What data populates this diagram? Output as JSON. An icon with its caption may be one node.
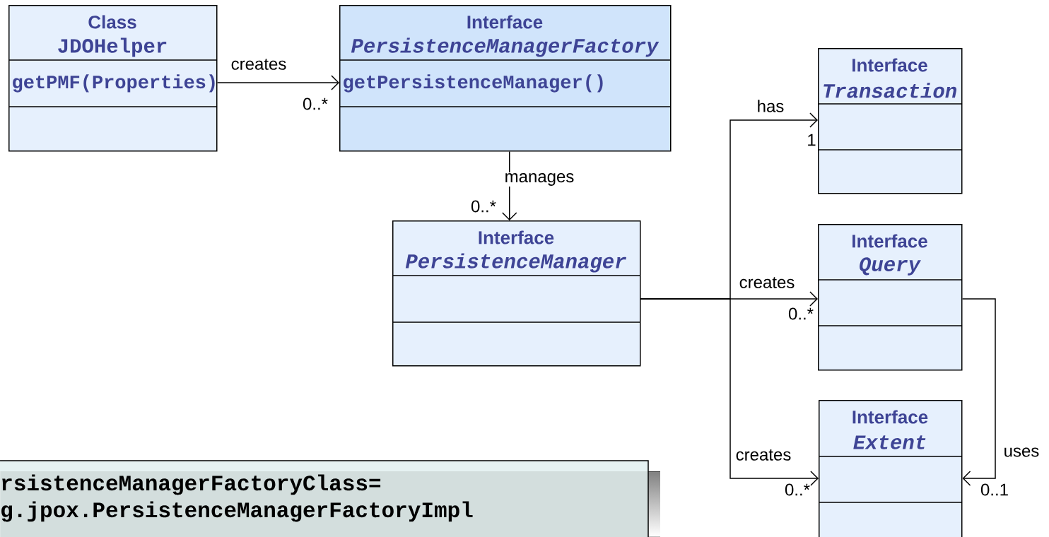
{
  "diagram": {
    "nodes": [
      {
        "text": [
          "Class",
          "JDOHelper",
          "getPMF(Properties)"
        ]
      },
      {
        "text": [
          "Interface",
          "PersistenceManagerFactory",
          "getPersistenceManager()"
        ]
      },
      {
        "text": [
          "Interface",
          "PersistenceManager"
        ]
      },
      {
        "text": [
          "Interface",
          "Transaction"
        ]
      },
      {
        "text": [
          "Interface",
          "Query"
        ]
      },
      {
        "text": [
          "Interface",
          "Extent"
        ]
      },
      {
        "text": [
          "rsistenceManagerFactoryClass=",
          "g.jpox.PersistenceManagerFactoryImpl"
        ]
      }
    ],
    "edges": [
      {
        "from": 0,
        "to": 1,
        "arrow": "to",
        "label": "creates"
      },
      {
        "from": 1,
        "to": 2,
        "arrow": "to",
        "label": "manages"
      },
      {
        "from": 2,
        "to": 3,
        "arrow": "to",
        "label": "has"
      },
      {
        "from": 2,
        "to": 4,
        "arrow": "to",
        "label": "creates"
      },
      {
        "from": 2,
        "to": 5,
        "arrow": "to",
        "label": "creates"
      },
      {
        "from": 4,
        "to": 5,
        "arrow": "to",
        "label": "uses"
      }
    ],
    "labels": [
      "0..*",
      "0..*",
      "1",
      "0..*",
      "0..*",
      "0..1"
    ]
  }
}
